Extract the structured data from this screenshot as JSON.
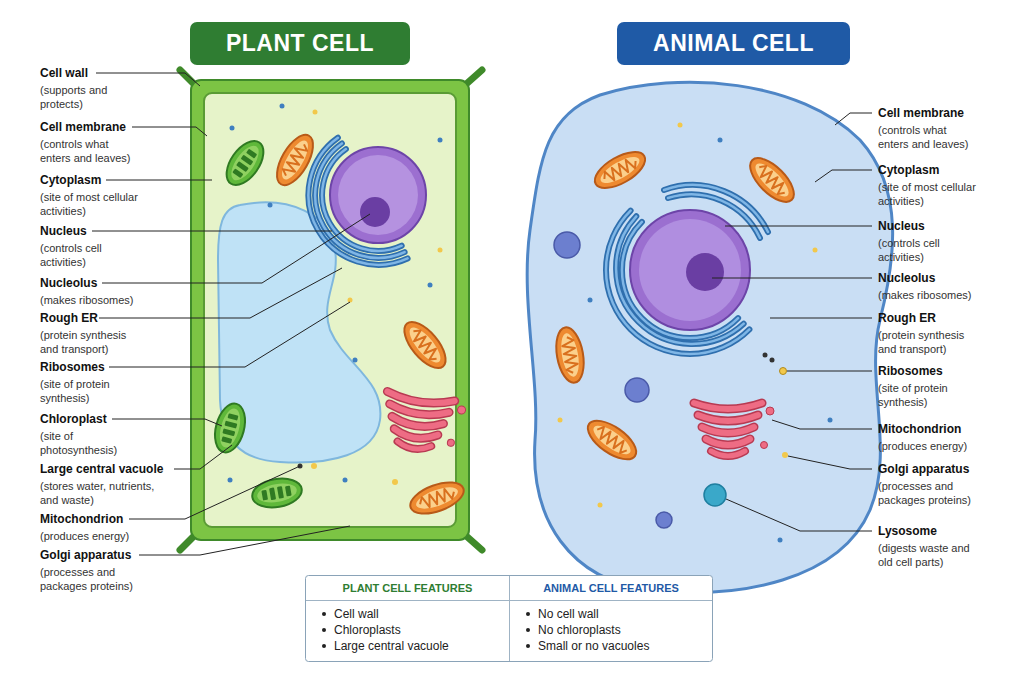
{
  "diagram": {
    "nodes": [
      {
        "text": [
          "PLANT CELL"
        ]
      },
      {
        "text": [
          "ANIMAL CELL"
        ]
      },
      {
        "text": [
          "PLANT CELL FEATURES",
          "Cell wall",
          "Chloroplasts",
          "Large central vacuole"
        ]
      },
      {
        "text": [
          "ANIMAL CELL FEATURES",
          "No cell wall",
          "No chloroplasts",
          "Small or no vacuoles"
        ]
      }
    ],
    "labels": [
      "Cell wall",
      "(supports and protects)",
      "Cell membrane",
      "(controls what enters and leaves)",
      "Cytoplasm",
      "(site of most cellular activities)",
      "Nucleus",
      "(controls cell activities)",
      "Nucleolus",
      "(makes ribosomes)",
      "Rough ER",
      "(protein synthesis and transport)",
      "Ribosomes",
      "(site of protein synthesis)",
      "Chloroplast",
      "(site of photosynthesis)",
      "Large central vacuole",
      "(stores water, nutrients, and waste)",
      "Mitochondrion",
      "(produces energy)",
      "Golgi apparatus",
      "(processes and packages proteins)",
      "Cell membrane",
      "(controls what enters and leaves)",
      "Cytoplasm",
      "(site of most cellular activities)",
      "Nucleus",
      "(controls cell activities)",
      "Nucleolus",
      "(makes ribosomes)",
      "Rough ER",
      "(protein synthesis and transport)",
      "Ribosomes",
      "(site of protein synthesis)",
      "Mitochondrion",
      "(produces energy)",
      "Golgi apparatus",
      "(processes and packages proteins)",
      "Lysosome",
      "(digests waste and old cell parts)"
    ]
  }
}
